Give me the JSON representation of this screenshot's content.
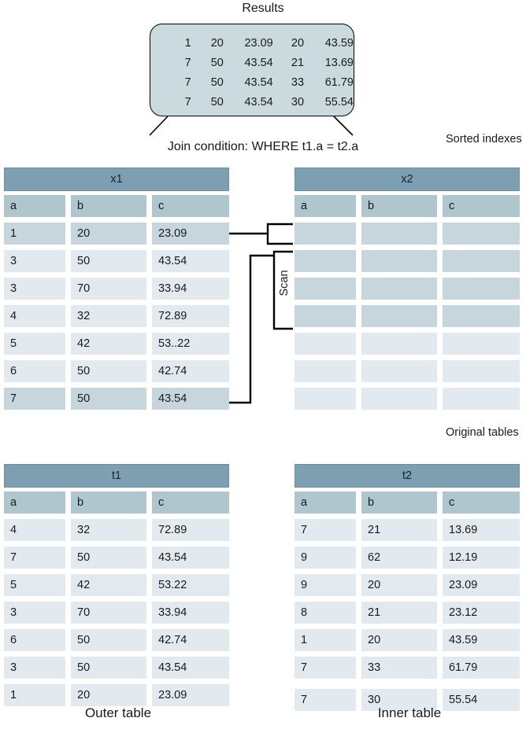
{
  "results": {
    "title": "Results",
    "rows": [
      [
        "1",
        "20",
        "23.09",
        "20",
        "43.59"
      ],
      [
        "7",
        "50",
        "43.54",
        "21",
        "13.69"
      ],
      [
        "7",
        "50",
        "43.54",
        "33",
        "61.79"
      ],
      [
        "7",
        "50",
        "43.54",
        "30",
        "55.54"
      ]
    ]
  },
  "join_condition": "Join condition: WHERE t1.a = t2.a",
  "annotations": {
    "sorted_indexes": "Sorted indexes",
    "original_tables": "Original tables",
    "scan": "Scan",
    "outer_table": "Outer table",
    "inner_table": "Inner table"
  },
  "tables": {
    "x1": {
      "title": "x1",
      "columns": [
        "a",
        "b",
        "c"
      ],
      "rows": [
        {
          "values": [
            "1",
            "20",
            "23.09"
          ],
          "highlighted": true
        },
        {
          "values": [
            "3",
            "50",
            "43.54"
          ],
          "highlighted": false
        },
        {
          "values": [
            "3",
            "70",
            "33.94"
          ],
          "highlighted": false
        },
        {
          "values": [
            "4",
            "32",
            "72.89"
          ],
          "highlighted": false
        },
        {
          "values": [
            "5",
            "42",
            "53..22"
          ],
          "highlighted": false
        },
        {
          "values": [
            "6",
            "50",
            "42.74"
          ],
          "highlighted": false
        },
        {
          "values": [
            "7",
            "50",
            "43.54"
          ],
          "highlighted": true
        }
      ]
    },
    "x2": {
      "title": "x2",
      "columns": [
        "a",
        "b",
        "c"
      ],
      "rows": [
        {
          "values": [
            "",
            "",
            ""
          ],
          "highlighted": true
        },
        {
          "values": [
            "",
            "",
            ""
          ],
          "highlighted": true
        },
        {
          "values": [
            "",
            "",
            ""
          ],
          "highlighted": true
        },
        {
          "values": [
            "",
            "",
            ""
          ],
          "highlighted": true
        },
        {
          "values": [
            "",
            "",
            ""
          ],
          "highlighted": false
        },
        {
          "values": [
            "",
            "",
            ""
          ],
          "highlighted": false
        },
        {
          "values": [
            "",
            "",
            ""
          ],
          "highlighted": false
        }
      ]
    },
    "t1": {
      "title": "t1",
      "columns": [
        "a",
        "b",
        "c"
      ],
      "rows": [
        {
          "values": [
            "4",
            "32",
            "72.89"
          ],
          "highlighted": false
        },
        {
          "values": [
            "7",
            "50",
            "43.54"
          ],
          "highlighted": false
        },
        {
          "values": [
            "5",
            "42",
            "53.22"
          ],
          "highlighted": false
        },
        {
          "values": [
            "3",
            "70",
            "33.94"
          ],
          "highlighted": false
        },
        {
          "values": [
            "6",
            "50",
            "42.74"
          ],
          "highlighted": false
        },
        {
          "values": [
            "3",
            "50",
            "43.54"
          ],
          "highlighted": false
        },
        {
          "values": [
            "1",
            "20",
            "23.09"
          ],
          "highlighted": false
        }
      ]
    },
    "t2": {
      "title": "t2",
      "columns": [
        "a",
        "b",
        "c"
      ],
      "rows": [
        {
          "values": [
            "7",
            "21",
            "13.69"
          ],
          "highlighted": false
        },
        {
          "values": [
            "9",
            "62",
            "12.19"
          ],
          "highlighted": false
        },
        {
          "values": [
            "9",
            "20",
            "23.09"
          ],
          "highlighted": false
        },
        {
          "values": [
            "8",
            "21",
            "23.12"
          ],
          "highlighted": false
        },
        {
          "values": [
            "1",
            "20",
            "43.59"
          ],
          "highlighted": false
        },
        {
          "values": [
            "7",
            "33",
            "61.79"
          ],
          "highlighted": false
        },
        {
          "values": [
            "7",
            "30",
            "55.54"
          ],
          "highlighted": false
        }
      ]
    }
  },
  "colors": {
    "title_bar": "#7e9fb2",
    "column_header": "#b0c6ce",
    "row_dark": "#c7d6dc",
    "row_light": "#e2eaf0",
    "results_fill": "#cbdade",
    "line": "#000000"
  }
}
